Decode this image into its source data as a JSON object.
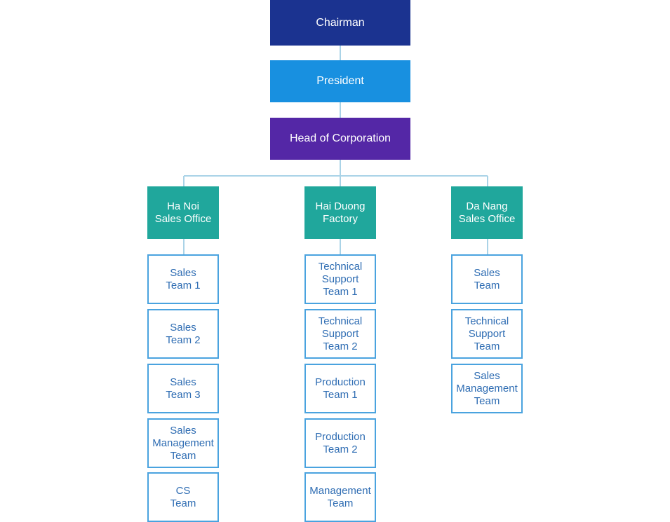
{
  "colors": {
    "chairman": "#1b3390",
    "president": "#1890e0",
    "head": "#5427a6",
    "office": "#20a79c",
    "team_border": "#4aa3df",
    "team_text": "#2f6db3",
    "connector": "#aad3e7"
  },
  "top": {
    "chairman": "Chairman",
    "president": "President",
    "head": "Head of Corporation"
  },
  "branches": [
    {
      "office": [
        "Ha Noi",
        "Sales Office"
      ],
      "teams": [
        [
          "Sales",
          "Team 1"
        ],
        [
          "Sales",
          "Team 2"
        ],
        [
          "Sales",
          "Team 3"
        ],
        [
          "Sales",
          "Management",
          "Team"
        ],
        [
          "CS",
          "Team"
        ]
      ]
    },
    {
      "office": [
        "Hai Duong",
        "Factory"
      ],
      "teams": [
        [
          "Technical",
          "Support",
          "Team 1"
        ],
        [
          "Technical",
          "Support",
          "Team 2"
        ],
        [
          "Production",
          "Team 1"
        ],
        [
          "Production",
          "Team 2"
        ],
        [
          "Management",
          "Team"
        ]
      ]
    },
    {
      "office": [
        "Da Nang",
        "Sales Office"
      ],
      "teams": [
        [
          "Sales",
          "Team"
        ],
        [
          "Technical",
          "Support",
          "Team"
        ],
        [
          "Sales",
          "Management",
          "Team"
        ]
      ]
    }
  ]
}
